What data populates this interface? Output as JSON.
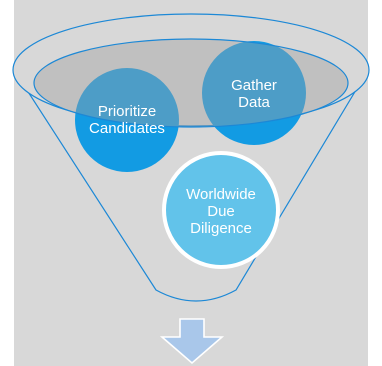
{
  "diagram": {
    "circles": [
      {
        "label": "Prioritize\nCandidates",
        "color": "#129be3"
      },
      {
        "label": "Gather\nData",
        "color": "#129be3"
      },
      {
        "label": "Worldwide\nDue\nDiligence",
        "color": "#62c3ea"
      }
    ],
    "colors": {
      "panel_background": "#d8d8d8",
      "funnel_outline": "#1c88d6",
      "arrow_fill": "#a9c7ea",
      "arrow_outline": "#ffffff"
    }
  }
}
